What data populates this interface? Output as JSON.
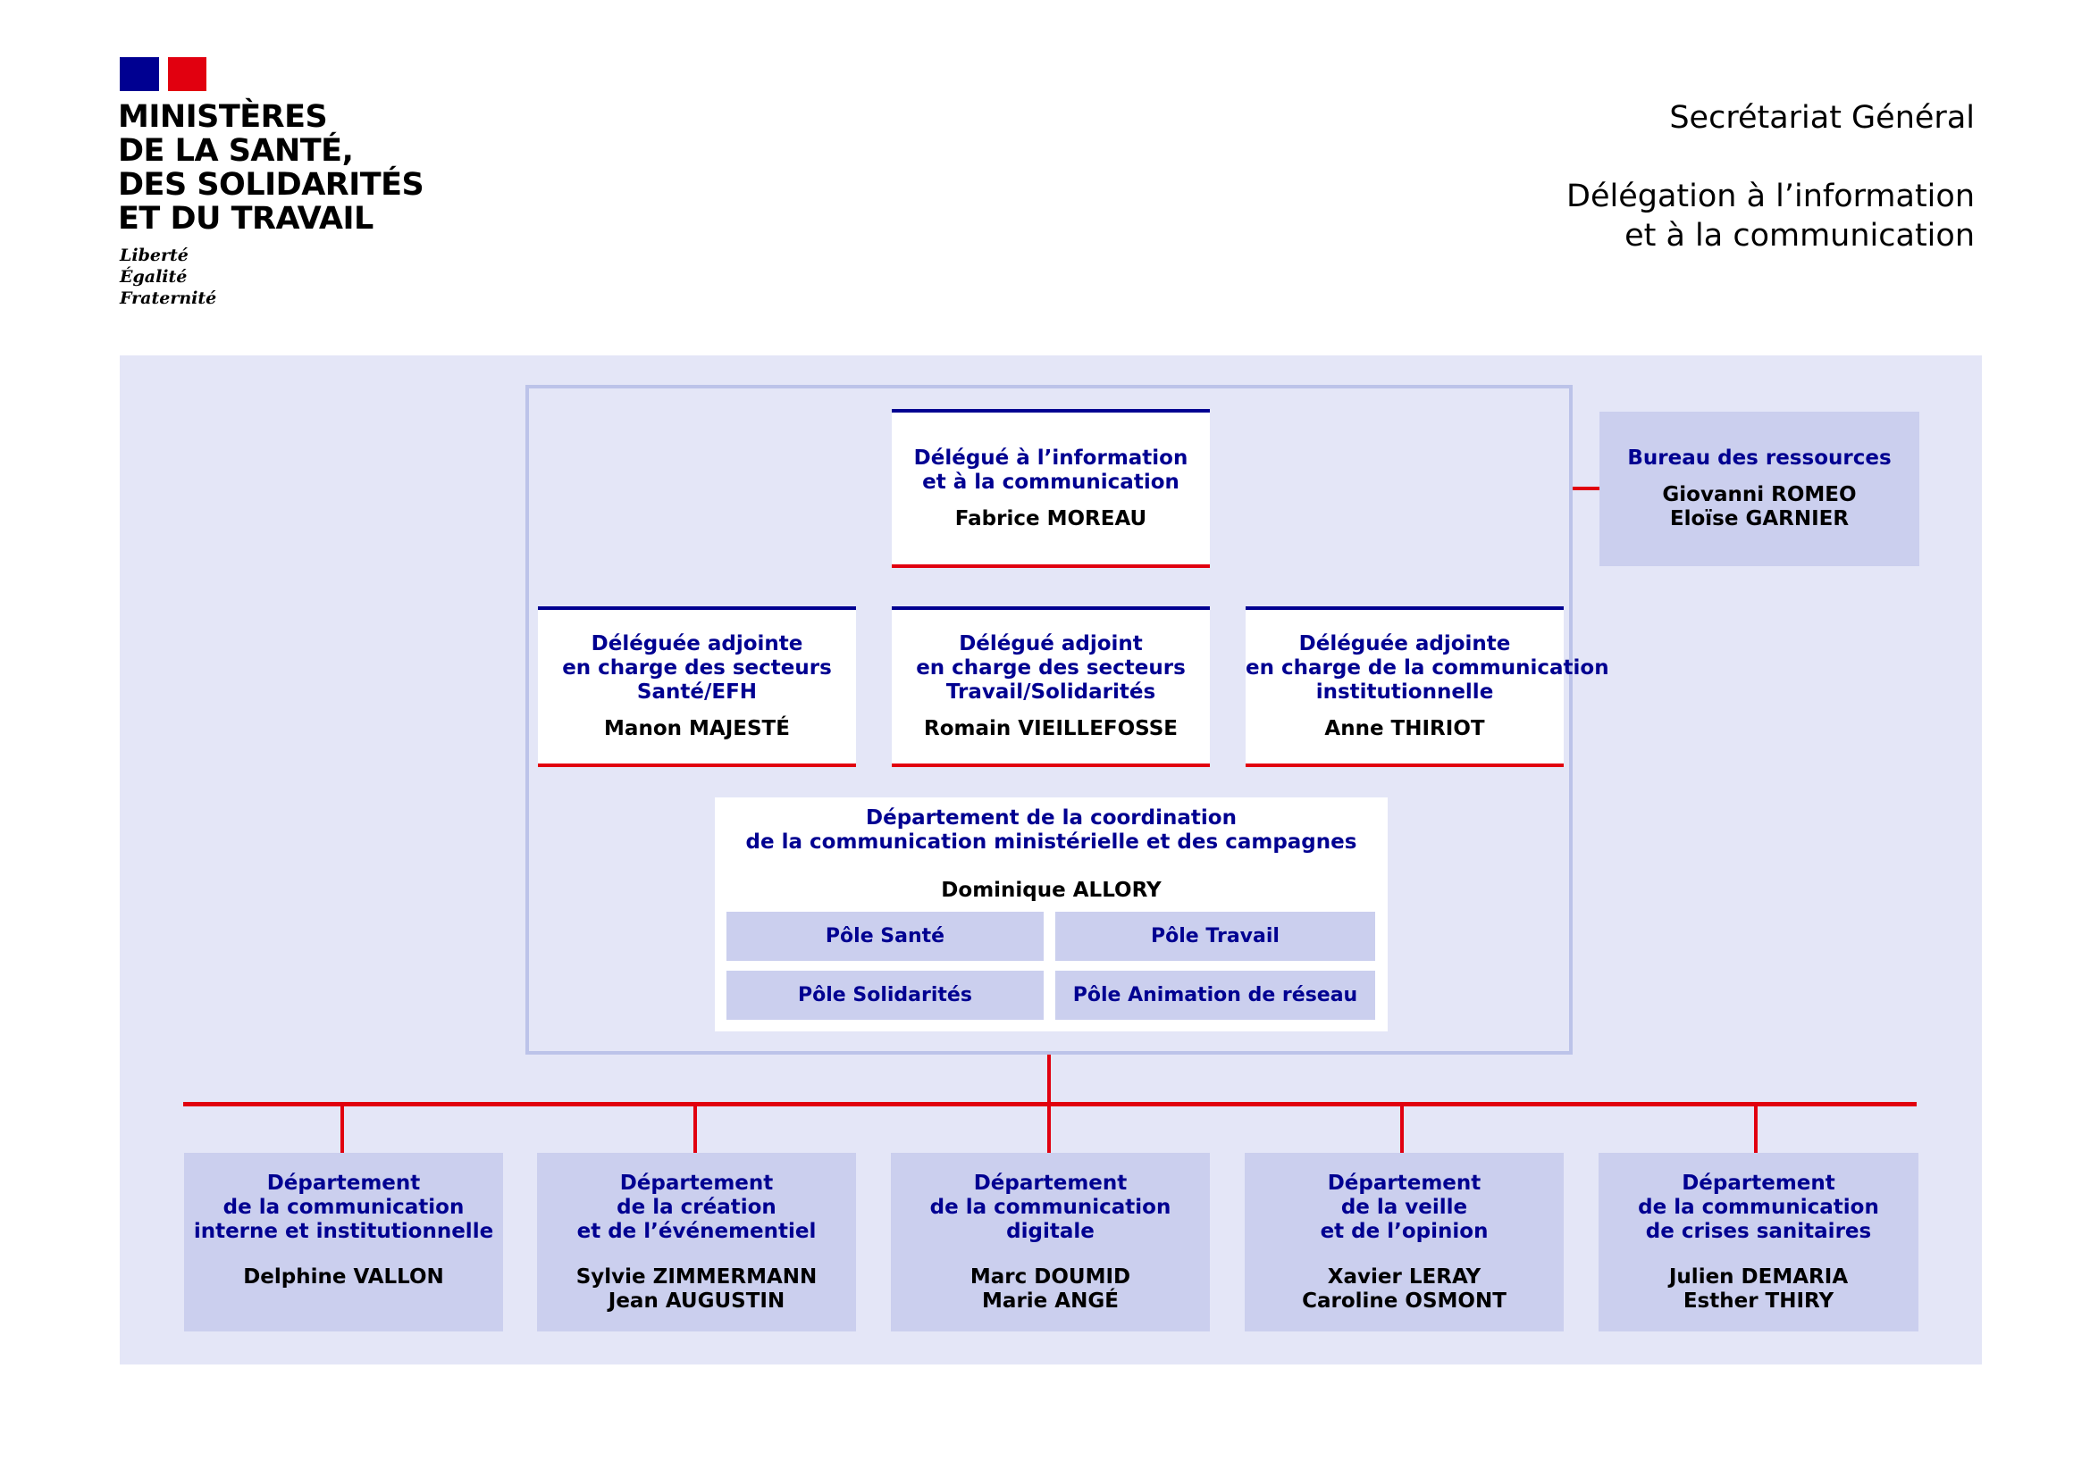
{
  "header": {
    "ministry_lines": [
      "MINISTÈRES",
      "DE LA SANTÉ,",
      "DES SOLIDARITÉS",
      "ET DU TRAVAIL"
    ],
    "motto": [
      "Liberté",
      "Égalité",
      "Fraternité"
    ],
    "secretariat": "Secrétariat Général",
    "delegation_lines": [
      "Délégation à l’information",
      "et à la communication"
    ]
  },
  "colors": {
    "blue": "#000091",
    "red": "#e1000f",
    "panel": "#e4e6f7",
    "box": "#cbcfee"
  },
  "delegate": {
    "title": [
      "Délégué à l’information",
      "et à la communication"
    ],
    "name": "Fabrice MOREAU"
  },
  "ressources": {
    "title": "Bureau des ressources",
    "names": [
      "Giovanni ROMEO",
      "Eloïse GARNIER"
    ]
  },
  "deputies": [
    {
      "title": [
        "Déléguée adjointe",
        "en charge des secteurs",
        "Santé/EFH"
      ],
      "name": "Manon MAJESTÉ"
    },
    {
      "title": [
        "Délégué adjoint",
        "en charge des secteurs",
        "Travail/Solidarités"
      ],
      "name": "Romain VIEILLEFOSSE"
    },
    {
      "title": [
        "Déléguée adjointe",
        "en charge de la communication",
        "institutionnelle"
      ],
      "name": "Anne THIRIOT"
    }
  ],
  "coordination": {
    "title": [
      "Département de la coordination",
      "de la communication ministérielle et des campagnes"
    ],
    "name": "Dominique ALLORY",
    "poles": [
      "Pôle Santé",
      "Pôle Travail",
      "Pôle Solidarités",
      "Pôle Animation de réseau"
    ]
  },
  "departments": [
    {
      "title": [
        "Département",
        "de la communication",
        "interne et institutionnelle"
      ],
      "names": [
        "Delphine VALLON"
      ]
    },
    {
      "title": [
        "Département",
        "de la création",
        "et de l’événementiel"
      ],
      "names": [
        "Sylvie ZIMMERMANN",
        "Jean AUGUSTIN"
      ]
    },
    {
      "title": [
        "Département",
        "de la communication",
        "digitale"
      ],
      "names": [
        "Marc DOUMID",
        "Marie ANGÉ"
      ]
    },
    {
      "title": [
        "Département",
        "de la veille",
        "et de l’opinion"
      ],
      "names": [
        "Xavier LERAY",
        "Caroline OSMONT"
      ]
    },
    {
      "title": [
        "Département",
        "de la communication",
        "de crises sanitaires"
      ],
      "names": [
        "Julien DEMARIA",
        "Esther THIRY"
      ]
    }
  ]
}
